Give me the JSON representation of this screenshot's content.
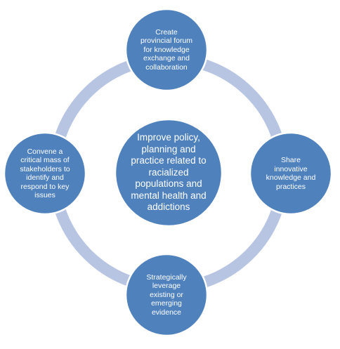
{
  "colors": {
    "ring": "#b7c5e3",
    "node_fill": "#4f81bd",
    "node_stroke": "#ffffff",
    "text": "#ffffff"
  },
  "center": {
    "text": "Improve policy,\nplanning and\npractice related to\nracialized\npopulations and\nmental health and\naddictions"
  },
  "nodes": {
    "top": "Create\nprovincial forum\nfor knowledge\nexchange and\ncollaboration",
    "right": "Share\ninnovative\nknowledge and\npractices",
    "bottom": "Strategically\nleverage\nexisting or\nemerging\nevidence",
    "left": "Convene a\ncritical mass of\nstakeholders to\nidentify and\nrespond to key\nissues"
  }
}
